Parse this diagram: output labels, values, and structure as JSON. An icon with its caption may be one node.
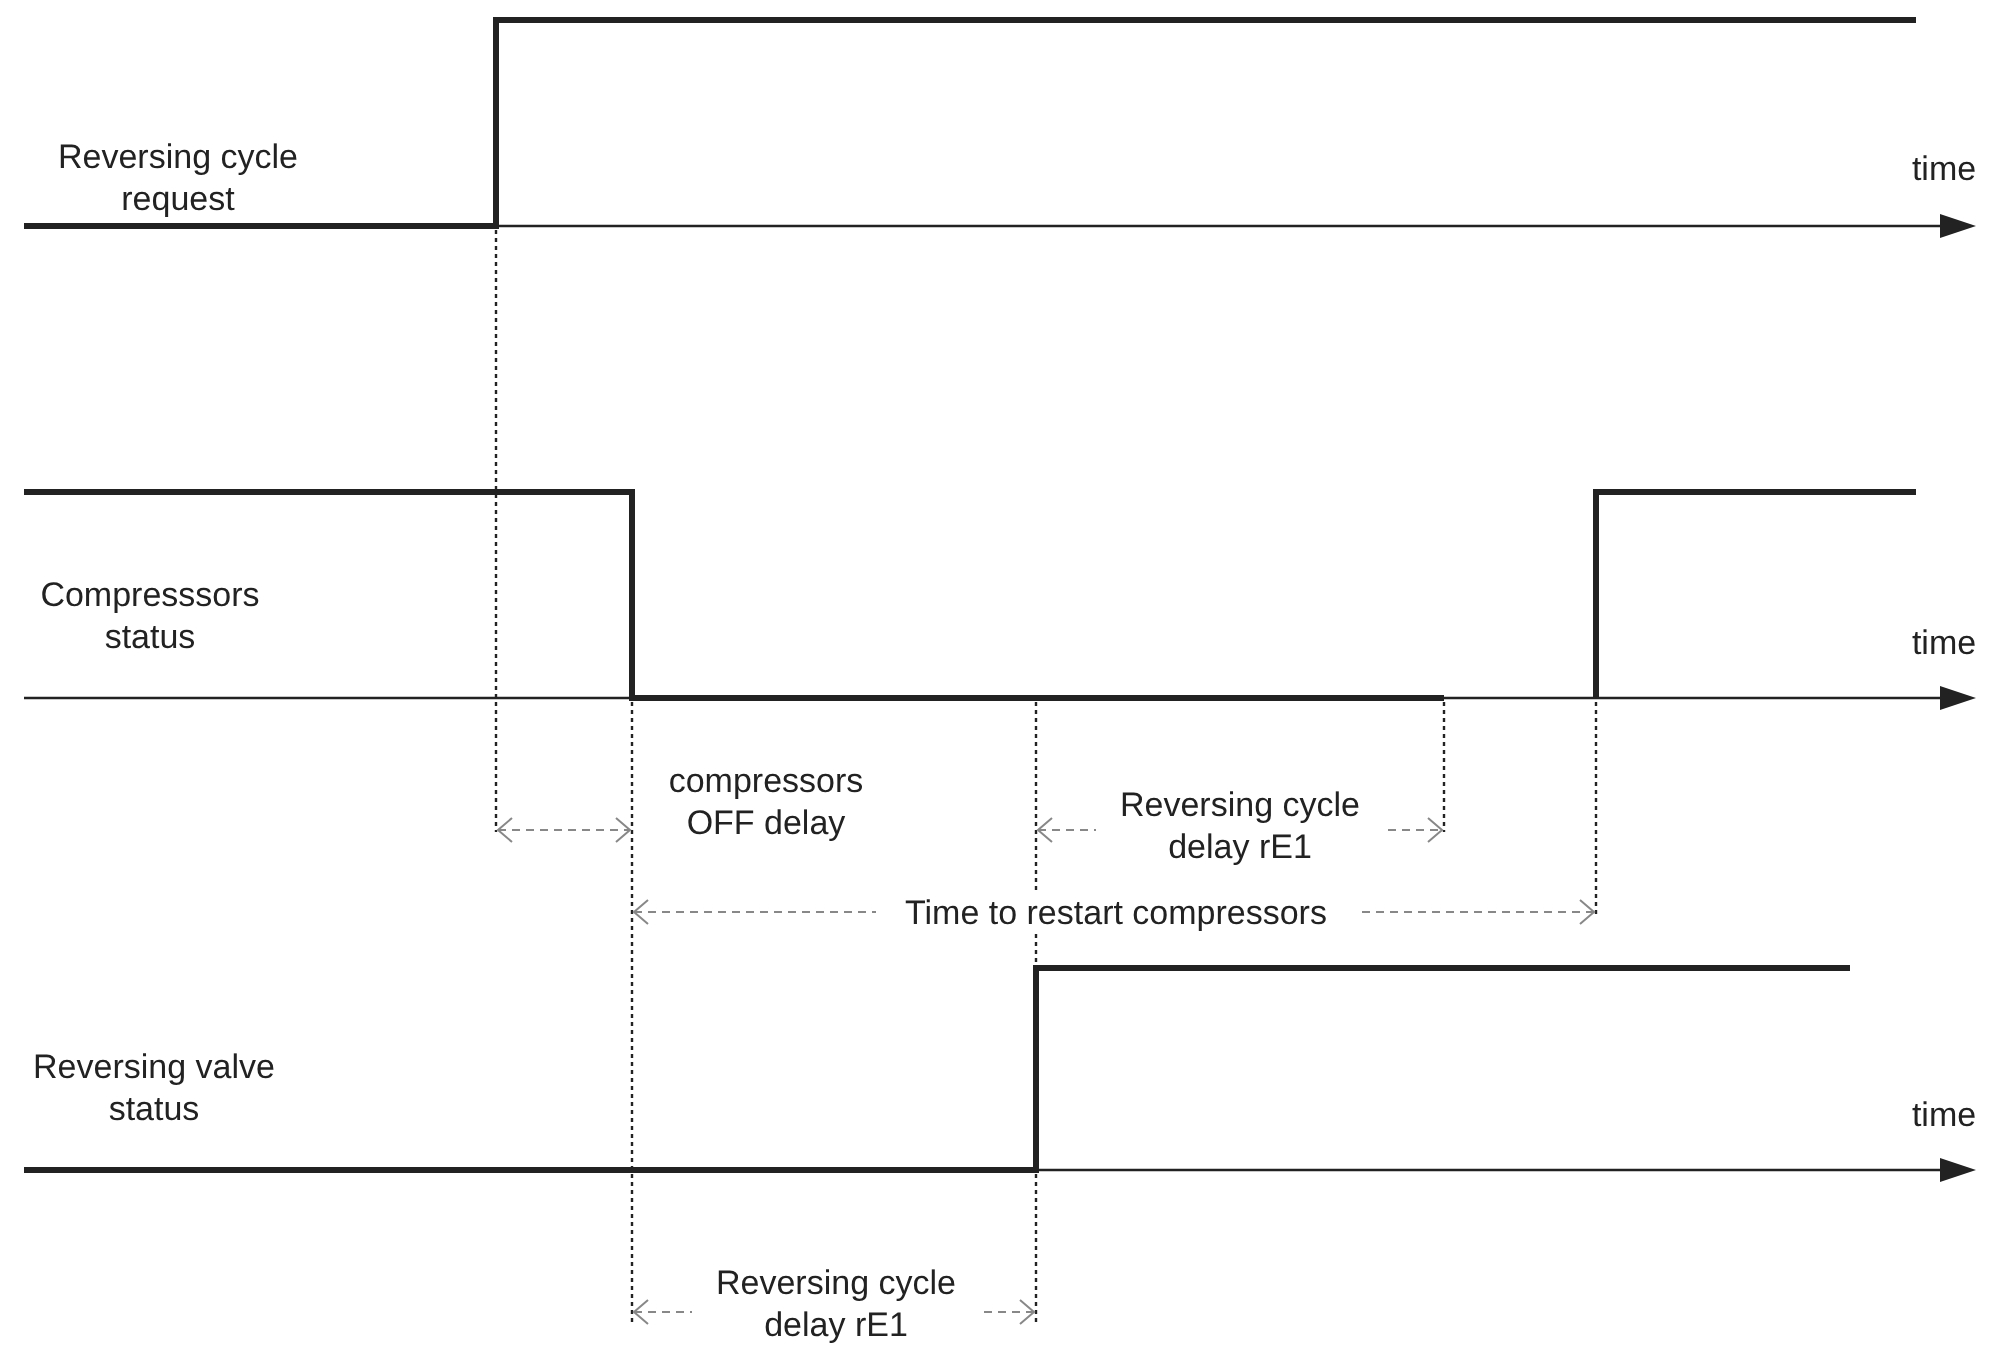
{
  "diagram": {
    "labels": [
      "Reversing cycle request",
      "time",
      "Compresssors status",
      "time",
      "compressors OFF delay",
      "Reversing cycle delay rE1",
      "Time to restart compressors",
      "Reversing valve status",
      "time",
      "Reversing cycle delay rE1"
    ]
  }
}
